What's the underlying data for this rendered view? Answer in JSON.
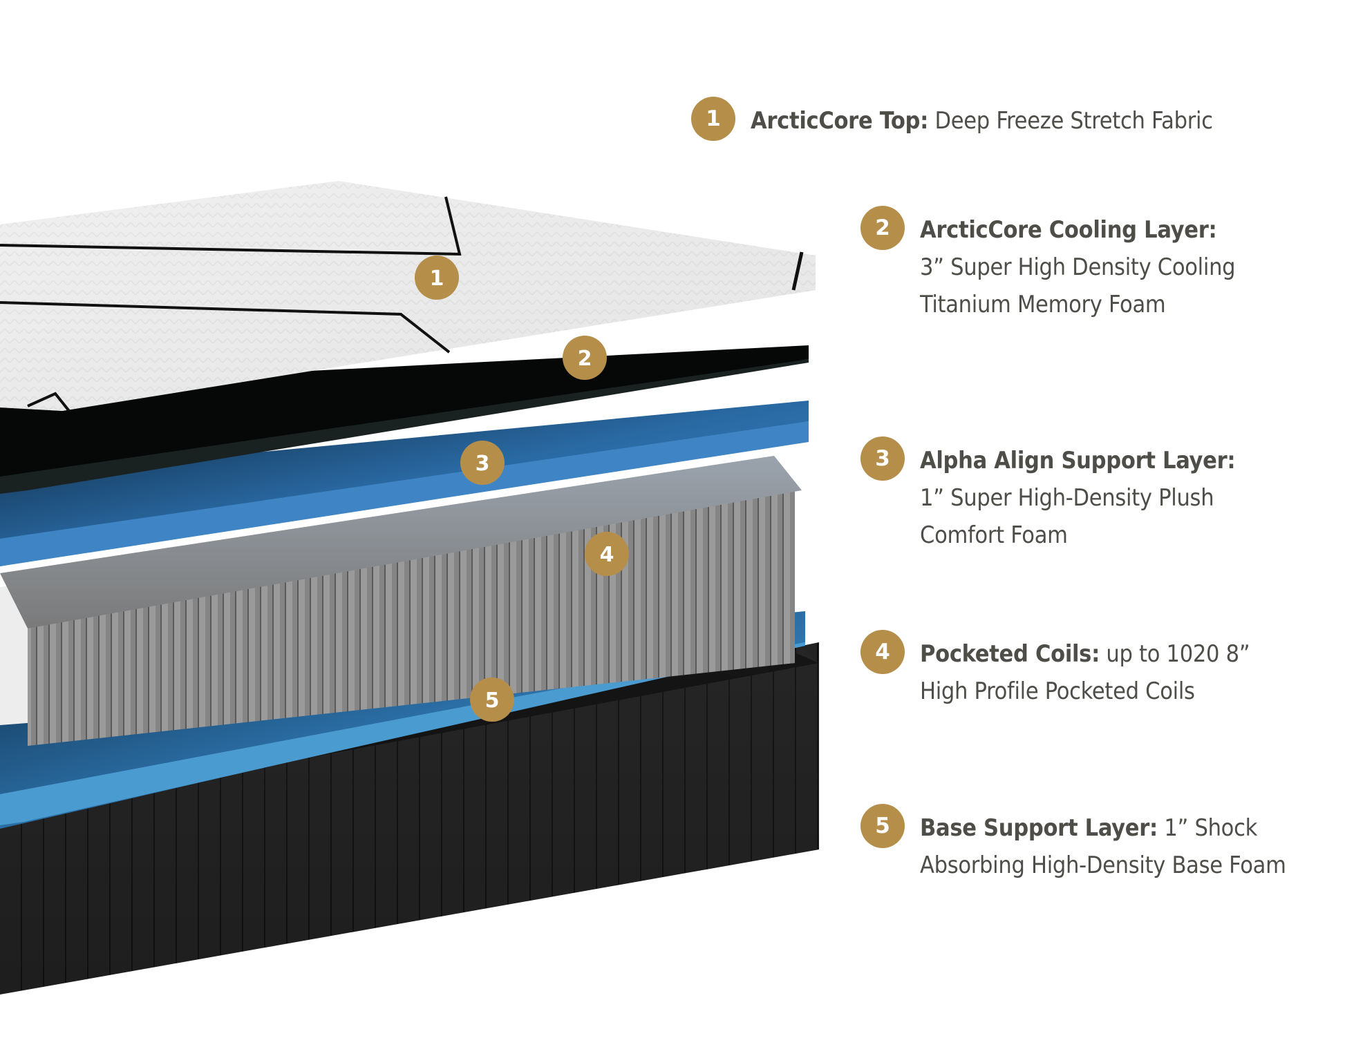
{
  "colors": {
    "badge_gold": "#B58E4A",
    "text_ink": "#4F4D48",
    "top_fabric": "#EDEDED",
    "cooling_layer": "#111817",
    "support_foam": "#3F85C6",
    "coils": "#8C8C8C",
    "base_foam": "#4A9BD0",
    "base_cover": "#1E1E1E"
  },
  "diagram_badges": [
    "1",
    "2",
    "3",
    "4",
    "5"
  ],
  "legend": [
    {
      "number": "1",
      "title": "ArcticCore Top:",
      "description": " Deep Freeze Stretch Fabric"
    },
    {
      "number": "2",
      "title": "ArcticCore Cooling Layer:",
      "description": "3” Super High Density Cooling Titanium Memory Foam"
    },
    {
      "number": "3",
      "title": "Alpha Align Support Layer:",
      "description": "1” Super High-Density Plush Comfort Foam"
    },
    {
      "number": "4",
      "title": "Pocketed Coils:",
      "description": " up to 1020 8” High Profile Pocketed Coils"
    },
    {
      "number": "5",
      "title": "Base Support Layer:",
      "description": " 1” Shock Absorbing High-Density Base Foam"
    }
  ]
}
